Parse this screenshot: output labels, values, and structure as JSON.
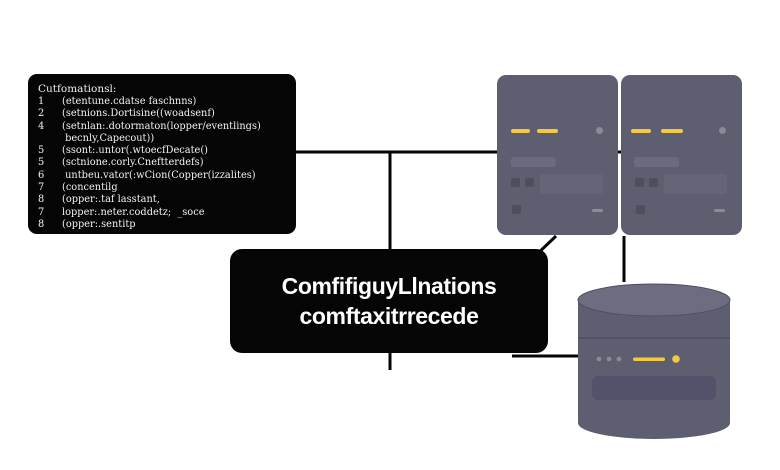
{
  "code_panel": {
    "header": "Cutfomationsl:",
    "lines": [
      {
        "num": "1",
        "text": "(etentune.cdatse faschnns)"
      },
      {
        "num": "2",
        "text": "(setnions.Dortisine((woadsenf)"
      },
      {
        "num": "4",
        "text": "(setnlan:.dotormaton(lopper/eventlings)"
      },
      {
        "num": "",
        "text": " becnly,Capecout))"
      },
      {
        "num": "5",
        "text": "(ssont:.untor(.wtoecfDecate()"
      },
      {
        "num": "5",
        "text": "(sctnione.corly.Cneftterdefs)"
      },
      {
        "num": "6",
        "text": " untbeu.vator(:wCion(Copper(izzalites)"
      },
      {
        "num": "7",
        "text": "(concentilg"
      },
      {
        "num": "8",
        "text": "(opper:.taf lasstant,"
      },
      {
        "num": "7",
        "text": "lopper:.neter.coddetz;  _soce"
      },
      {
        "num": "8",
        "text": "(opper:.sentitp"
      }
    ]
  },
  "central_label": {
    "line1": "ComfifiguyLlnations",
    "line2": "comftaxitrrecede"
  },
  "colors": {
    "panel_bg": "#050505",
    "server_body": "#5d5e70",
    "server_led": "#f4c842",
    "connector": "#050505"
  },
  "icons": {
    "server_left": "server-rack-icon",
    "server_right": "server-rack-icon",
    "database": "database-cylinder-icon"
  }
}
